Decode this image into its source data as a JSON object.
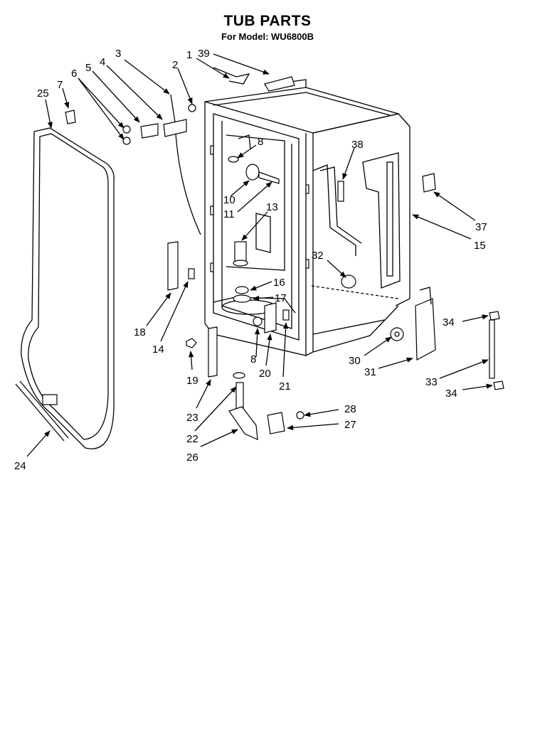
{
  "title": "TUB PARTS",
  "subtitle": "For Model: WU6800B",
  "callouts": [
    {
      "id": "c1",
      "label": "1"
    },
    {
      "id": "c2",
      "label": "2"
    },
    {
      "id": "c3",
      "label": "3"
    },
    {
      "id": "c4",
      "label": "4"
    },
    {
      "id": "c5",
      "label": "5"
    },
    {
      "id": "c6",
      "label": "6"
    },
    {
      "id": "c7",
      "label": "7"
    },
    {
      "id": "c8a",
      "label": "8"
    },
    {
      "id": "c8b",
      "label": "8"
    },
    {
      "id": "c10",
      "label": "10"
    },
    {
      "id": "c11",
      "label": "11"
    },
    {
      "id": "c13",
      "label": "13"
    },
    {
      "id": "c14",
      "label": "14"
    },
    {
      "id": "c15",
      "label": "15"
    },
    {
      "id": "c16",
      "label": "16"
    },
    {
      "id": "c17",
      "label": "17"
    },
    {
      "id": "c18",
      "label": "18"
    },
    {
      "id": "c19",
      "label": "19"
    },
    {
      "id": "c20",
      "label": "20"
    },
    {
      "id": "c21",
      "label": "21"
    },
    {
      "id": "c22",
      "label": "22"
    },
    {
      "id": "c23",
      "label": "23"
    },
    {
      "id": "c24",
      "label": "24"
    },
    {
      "id": "c25",
      "label": "25"
    },
    {
      "id": "c26",
      "label": "26"
    },
    {
      "id": "c27",
      "label": "27"
    },
    {
      "id": "c28",
      "label": "28"
    },
    {
      "id": "c30",
      "label": "30"
    },
    {
      "id": "c31",
      "label": "31"
    },
    {
      "id": "c32",
      "label": "32"
    },
    {
      "id": "c33",
      "label": "33"
    },
    {
      "id": "c34a",
      "label": "34"
    },
    {
      "id": "c34b",
      "label": "34"
    },
    {
      "id": "c37",
      "label": "37"
    },
    {
      "id": "c38",
      "label": "38"
    },
    {
      "id": "c39",
      "label": "39"
    }
  ]
}
